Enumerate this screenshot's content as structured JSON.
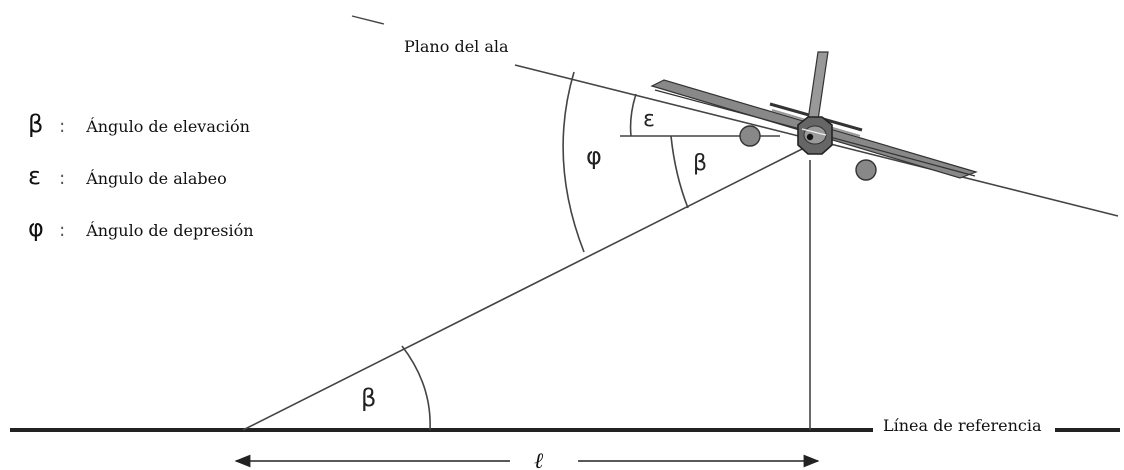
{
  "labels": {
    "wing_plane": "Plano del ala",
    "reference_line": "Línea de referencia",
    "distance": "ℓ"
  },
  "legend": [
    {
      "symbol": "β",
      "separator": ":",
      "text": "Ángulo de elevación"
    },
    {
      "symbol": "ε",
      "separator": ":",
      "text": "Ángulo de alabeo"
    },
    {
      "symbol": "φ",
      "separator": ":",
      "text": "Ángulo de depresión"
    }
  ],
  "angle_symbols": {
    "beta_ground": "β",
    "beta_aircraft": "β",
    "epsilon": "ε",
    "phi": "φ"
  },
  "colors": {
    "line": "#444444",
    "ground": "#222222",
    "aircraft": "#555555"
  }
}
